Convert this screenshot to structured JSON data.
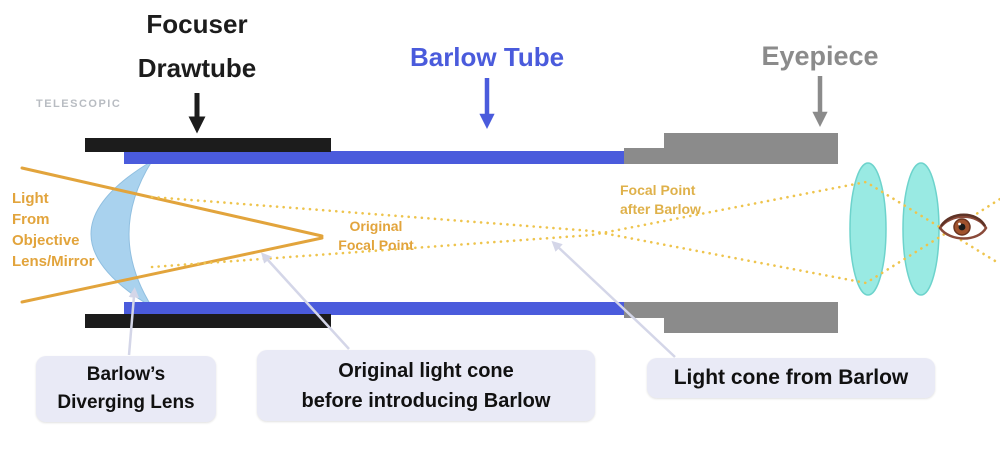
{
  "headers": {
    "focuser": {
      "label": "Focuser\nDrawtube"
    },
    "barlow": {
      "label": "Barlow Tube"
    },
    "eyepiece": {
      "label": "Eyepiece"
    }
  },
  "ray_labels": {
    "light_from_objective": "Light\nFrom\nObjective\nLens/Mirror",
    "original_focal_point": "Original\nFocal Point",
    "focal_point_after_barlow": "Focal Point\nafter Barlow"
  },
  "callouts": {
    "diverging_lens": "Barlow’s\nDiverging Lens",
    "original_cone": "Original light cone\nbefore introducing Barlow",
    "barlow_cone": "Light cone from Barlow"
  },
  "watermark": "TELESCOPIC",
  "colors": {
    "black": "#1c1c1c",
    "blue": "#4a5bdc",
    "gray": "#8b8b8b",
    "ray_orange": "#e2a43c",
    "ray_yellow": "#eec44d",
    "label_yellow": "#dfb14a",
    "barlow_lens": "#a9d2ee",
    "eyepiece_lens": "#8fe8e1",
    "callout_bg": "#e9eaf6",
    "pointer": "#d4d6e8"
  }
}
